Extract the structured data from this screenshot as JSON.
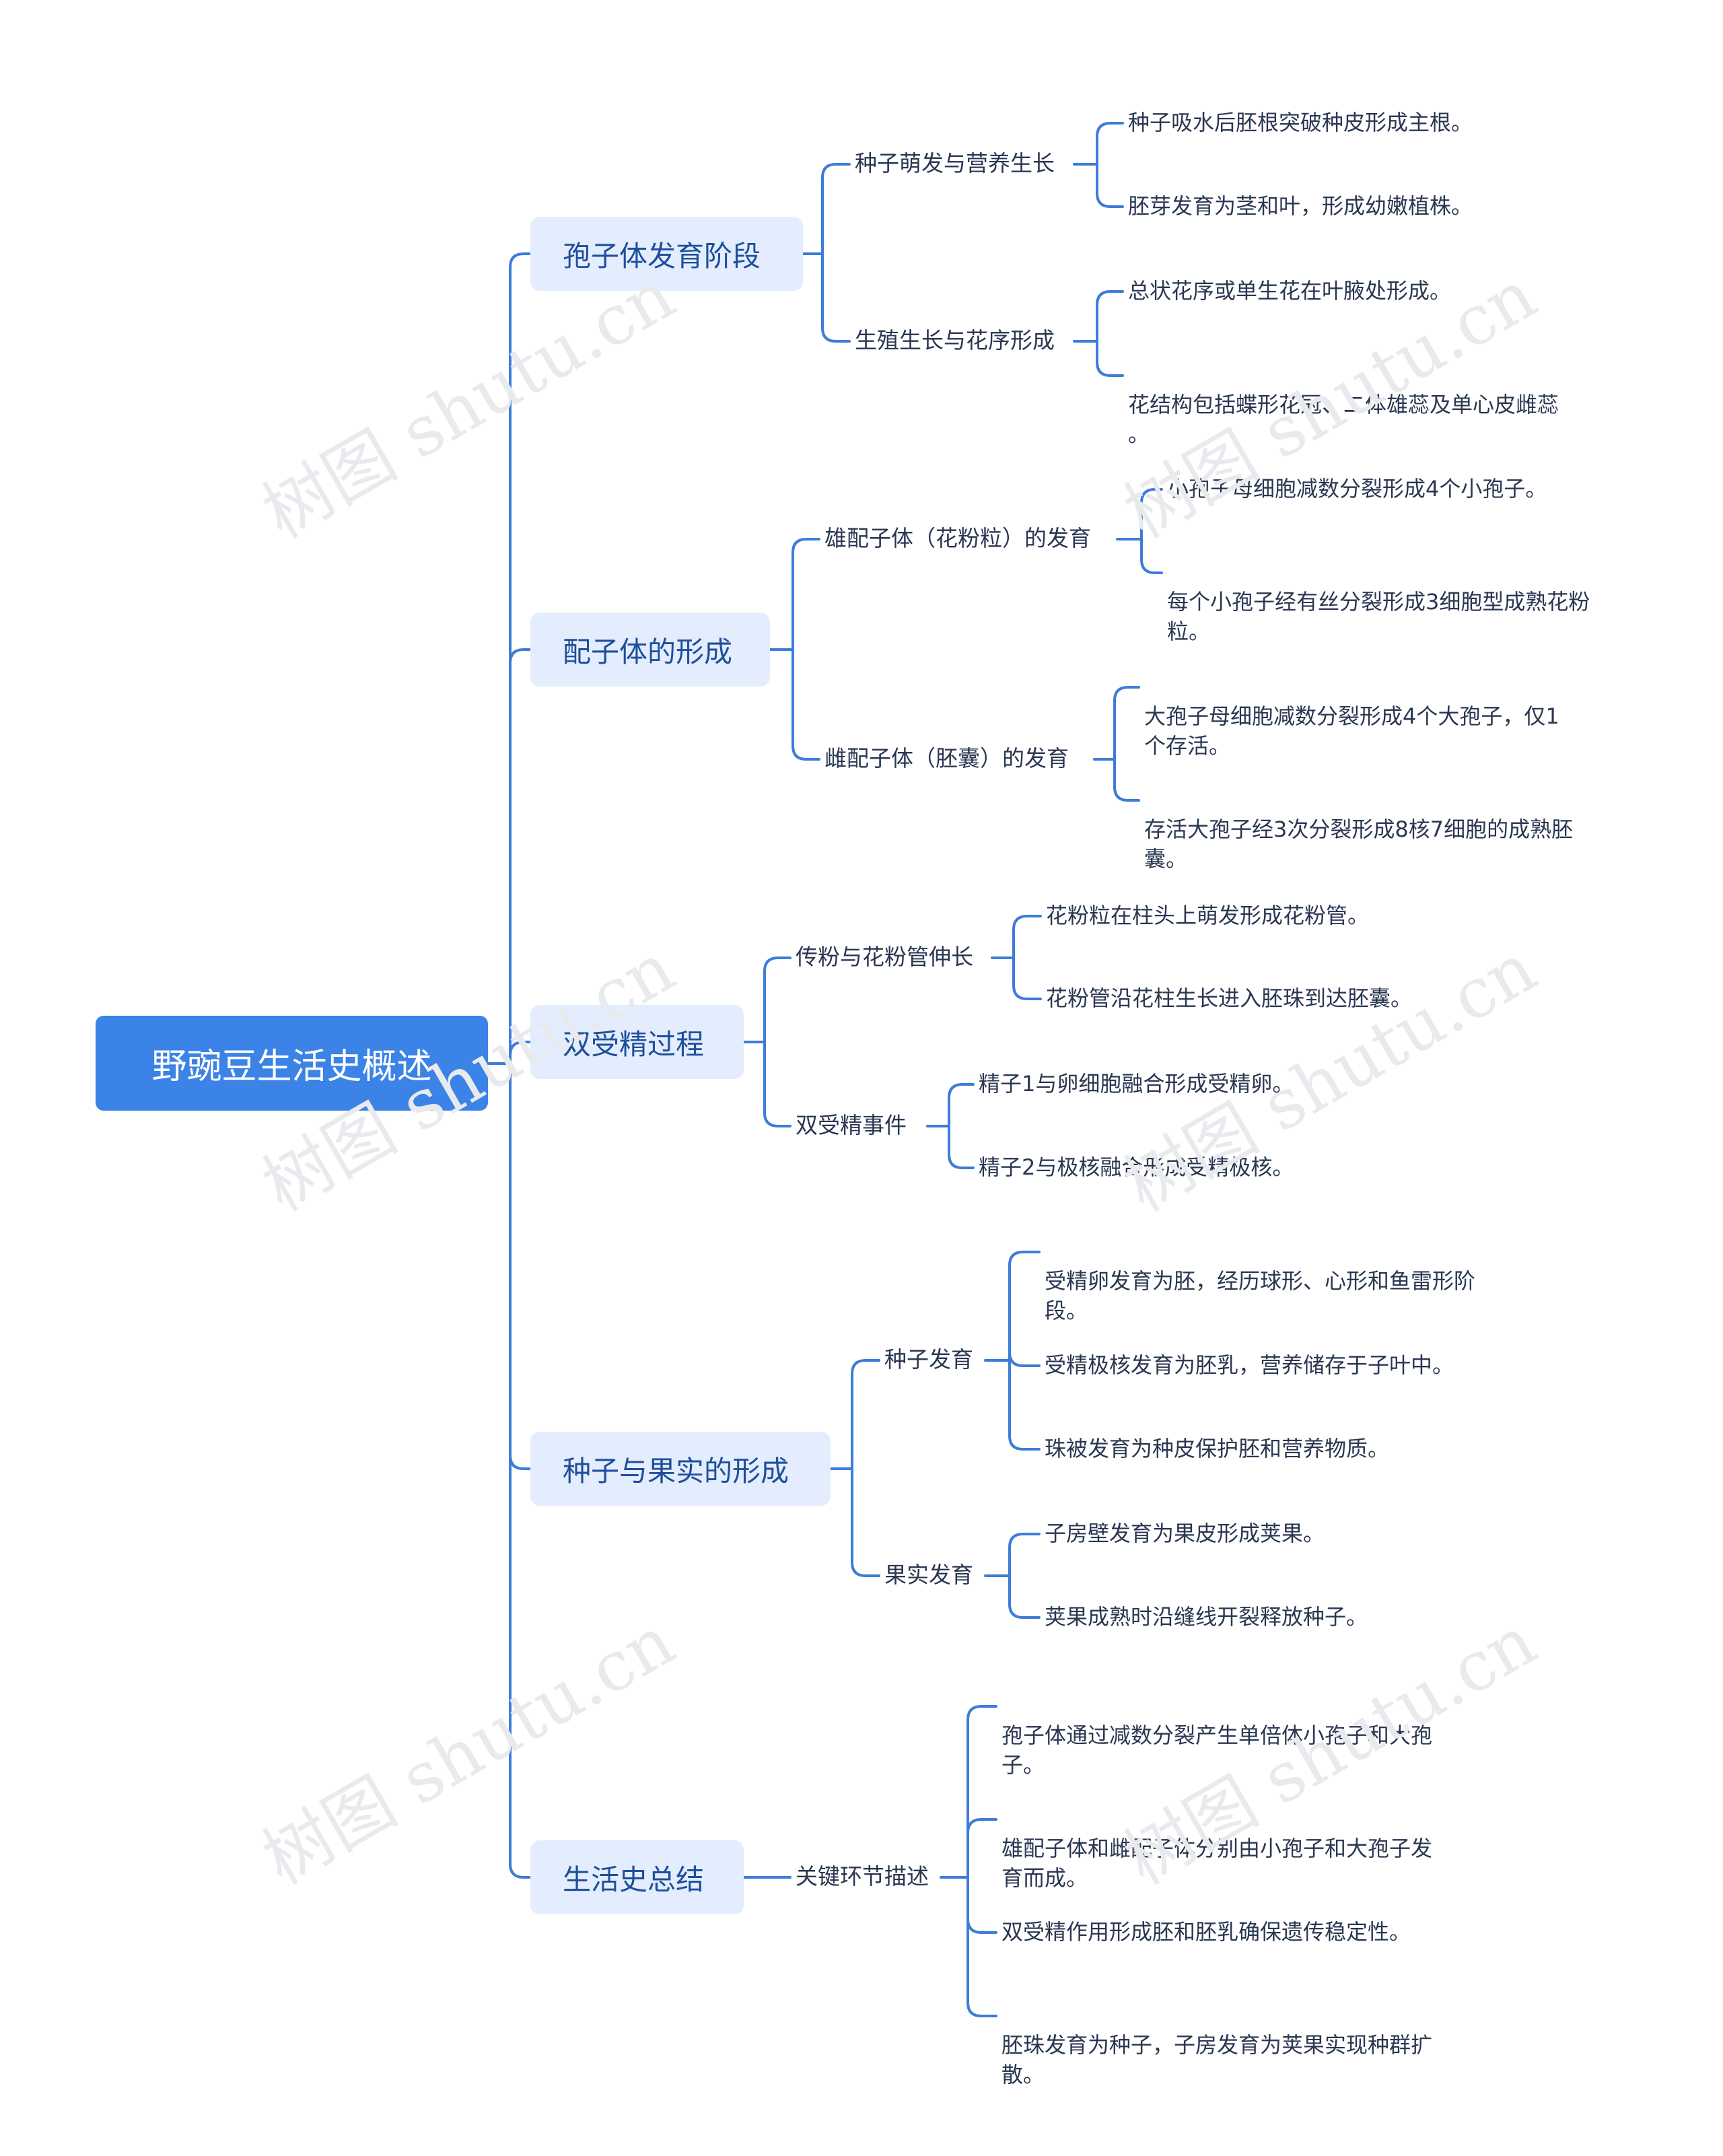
{
  "root": {
    "label": "野豌豆生活史概述"
  },
  "branches": [
    {
      "label": "孢子体发育阶段",
      "children": [
        {
          "label": "种子萌发与营养生长",
          "leaves": [
            "种子吸水后胚根突破种皮形成主根。",
            "胚芽发育为茎和叶，形成幼嫩植株。"
          ]
        },
        {
          "label": "生殖生长与花序形成",
          "leaves": [
            "总状花序或单生花在叶腋处形成。",
            "花结构包括蝶形花冠、二体雄蕊及单心皮雌蕊\n。"
          ]
        }
      ]
    },
    {
      "label": "配子体的形成",
      "children": [
        {
          "label": "雄配子体（花粉粒）的发育",
          "leaves": [
            "小孢子母细胞减数分裂形成4个小孢子。",
            "每个小孢子经有丝分裂形成3细胞型成熟花粉\n粒。"
          ]
        },
        {
          "label": "雌配子体（胚囊）的发育",
          "leaves": [
            "大孢子母细胞减数分裂形成4个大孢子，仅1\n个存活。",
            "存活大孢子经3次分裂形成8核7细胞的成熟胚\n囊。"
          ]
        }
      ]
    },
    {
      "label": "双受精过程",
      "children": [
        {
          "label": "传粉与花粉管伸长",
          "leaves": [
            "花粉粒在柱头上萌发形成花粉管。",
            "花粉管沿花柱生长进入胚珠到达胚囊。"
          ]
        },
        {
          "label": "双受精事件",
          "leaves": [
            "精子1与卵细胞融合形成受精卵。",
            "精子2与极核融合形成受精极核。"
          ]
        }
      ]
    },
    {
      "label": "种子与果实的形成",
      "children": [
        {
          "label": "种子发育",
          "leaves": [
            "受精卵发育为胚，经历球形、心形和鱼雷形阶\n段。",
            "受精极核发育为胚乳，营养储存于子叶中。",
            "珠被发育为种皮保护胚和营养物质。"
          ]
        },
        {
          "label": "果实发育",
          "leaves": [
            "子房壁发育为果皮形成荚果。",
            "荚果成熟时沿缝线开裂释放种子。"
          ]
        }
      ]
    },
    {
      "label": "生活史总结",
      "children": [
        {
          "label": "关键环节描述",
          "leaves": [
            "孢子体通过减数分裂产生单倍体小孢子和大孢\n子。",
            "雄配子体和雌配子体分别由小孢子和大孢子发\n育而成。",
            "双受精作用形成胚和胚乳确保遗传稳定性。",
            "胚珠发育为种子，子房发育为荚果实现种群扩\n散。"
          ]
        }
      ]
    }
  ],
  "watermark": "树图 shutu.cn",
  "colors": {
    "line": "#3d7dd8",
    "root_bg": "#3b83e6",
    "branch_bg": "#e3edfd",
    "branch_text": "#1f4f9c",
    "leaf_text": "#2a3752"
  }
}
